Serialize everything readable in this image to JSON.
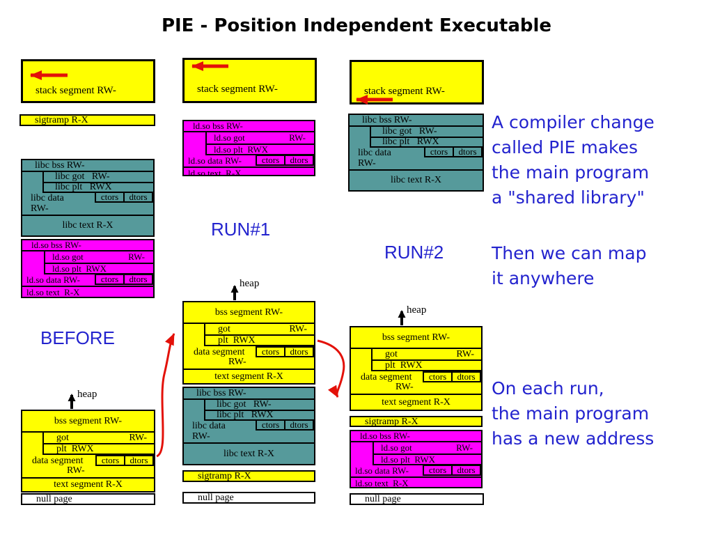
{
  "slide": {
    "title": "PIE - Position Independent Executable",
    "before_label": "BEFORE",
    "run1_label": "RUN#1",
    "run2_label": "RUN#2"
  },
  "annotations": {
    "pie": [
      "A compiler change",
      "called PIE makes",
      "the main program",
      "a \"shared library\""
    ],
    "map": [
      "Then we can map",
      "it anywhere"
    ],
    "run": [
      "On each run,",
      "the main program",
      "has a new address"
    ]
  },
  "segments": {
    "stack": "stack segment RW-",
    "sigtramp": "sigtramp R-X",
    "null_page": "null page",
    "heap": "heap",
    "bss": "bss segment RW-",
    "got": "got",
    "rw": "RW-",
    "plt": "plt  RWX",
    "data": "data segment",
    "text": "text segment R-X",
    "ctors": "ctors",
    "dtors": "dtors",
    "libc_bss": "libc bss RW-",
    "libc_got": "libc got   RW-",
    "libc_plt": "libc plt   RWX",
    "libc_data": "libc data",
    "libc_text": "libc text R-X",
    "ldso_bss": "ld.so bss RW-",
    "ldso_got": "ld.so got",
    "ldso_plt": "ld.so plt  RWX",
    "ldso_data": "ld.so data RW-",
    "ldso_text": "ld.so text  R-X"
  },
  "colors": {
    "segment_yellow": "#FFFF00",
    "libc_teal": "#569A9B",
    "ldso_magenta": "#FF00FF",
    "annotation_blue": "#2323CE",
    "arrow_red": "#E31109"
  }
}
